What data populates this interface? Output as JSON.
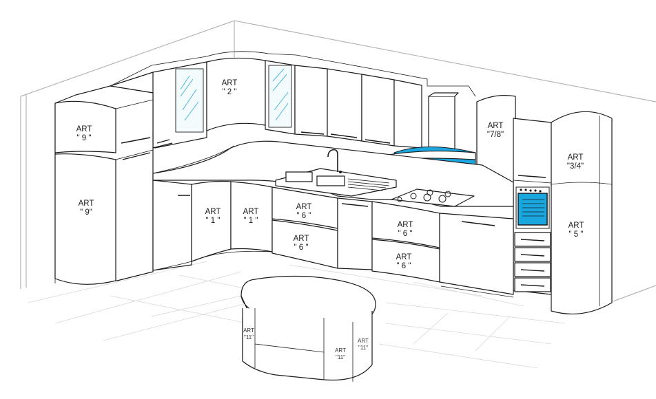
{
  "colors": {
    "accent_blue": "#1aa7e0",
    "glass_hatch": "#4fb6d8",
    "outline": "#1a1a1a",
    "wall_gray": "#b5b5b5",
    "floor_grid": "#d8d8d8"
  },
  "labels": {
    "fridge_top": [
      "ART",
      "\" 9 \""
    ],
    "fridge_bottom": [
      "ART",
      "\" 9\""
    ],
    "wall_corner": [
      "ART",
      "\" 2 \""
    ],
    "base_1a": [
      "ART",
      "\" 1 \""
    ],
    "base_1b": [
      "ART",
      "\" 1 \""
    ],
    "drawer_6a": [
      "ART",
      "\" 6 \""
    ],
    "drawer_6b": [
      "ART",
      "\" 6 \""
    ],
    "drawer_6c": [
      "ART",
      "\" 6 \""
    ],
    "drawer_6d": [
      "ART",
      "\" 6 \""
    ],
    "hood_side": [
      "ART",
      "\"7/8\""
    ],
    "tall_34": [
      "ART",
      "\"3/4\""
    ],
    "tall_5": [
      "ART",
      "\" 5 \""
    ],
    "island_left": [
      "ART",
      "\"11\""
    ],
    "island_mid": [
      "ART",
      "\"11\""
    ],
    "island_right": [
      "ART",
      "\"11\""
    ]
  }
}
